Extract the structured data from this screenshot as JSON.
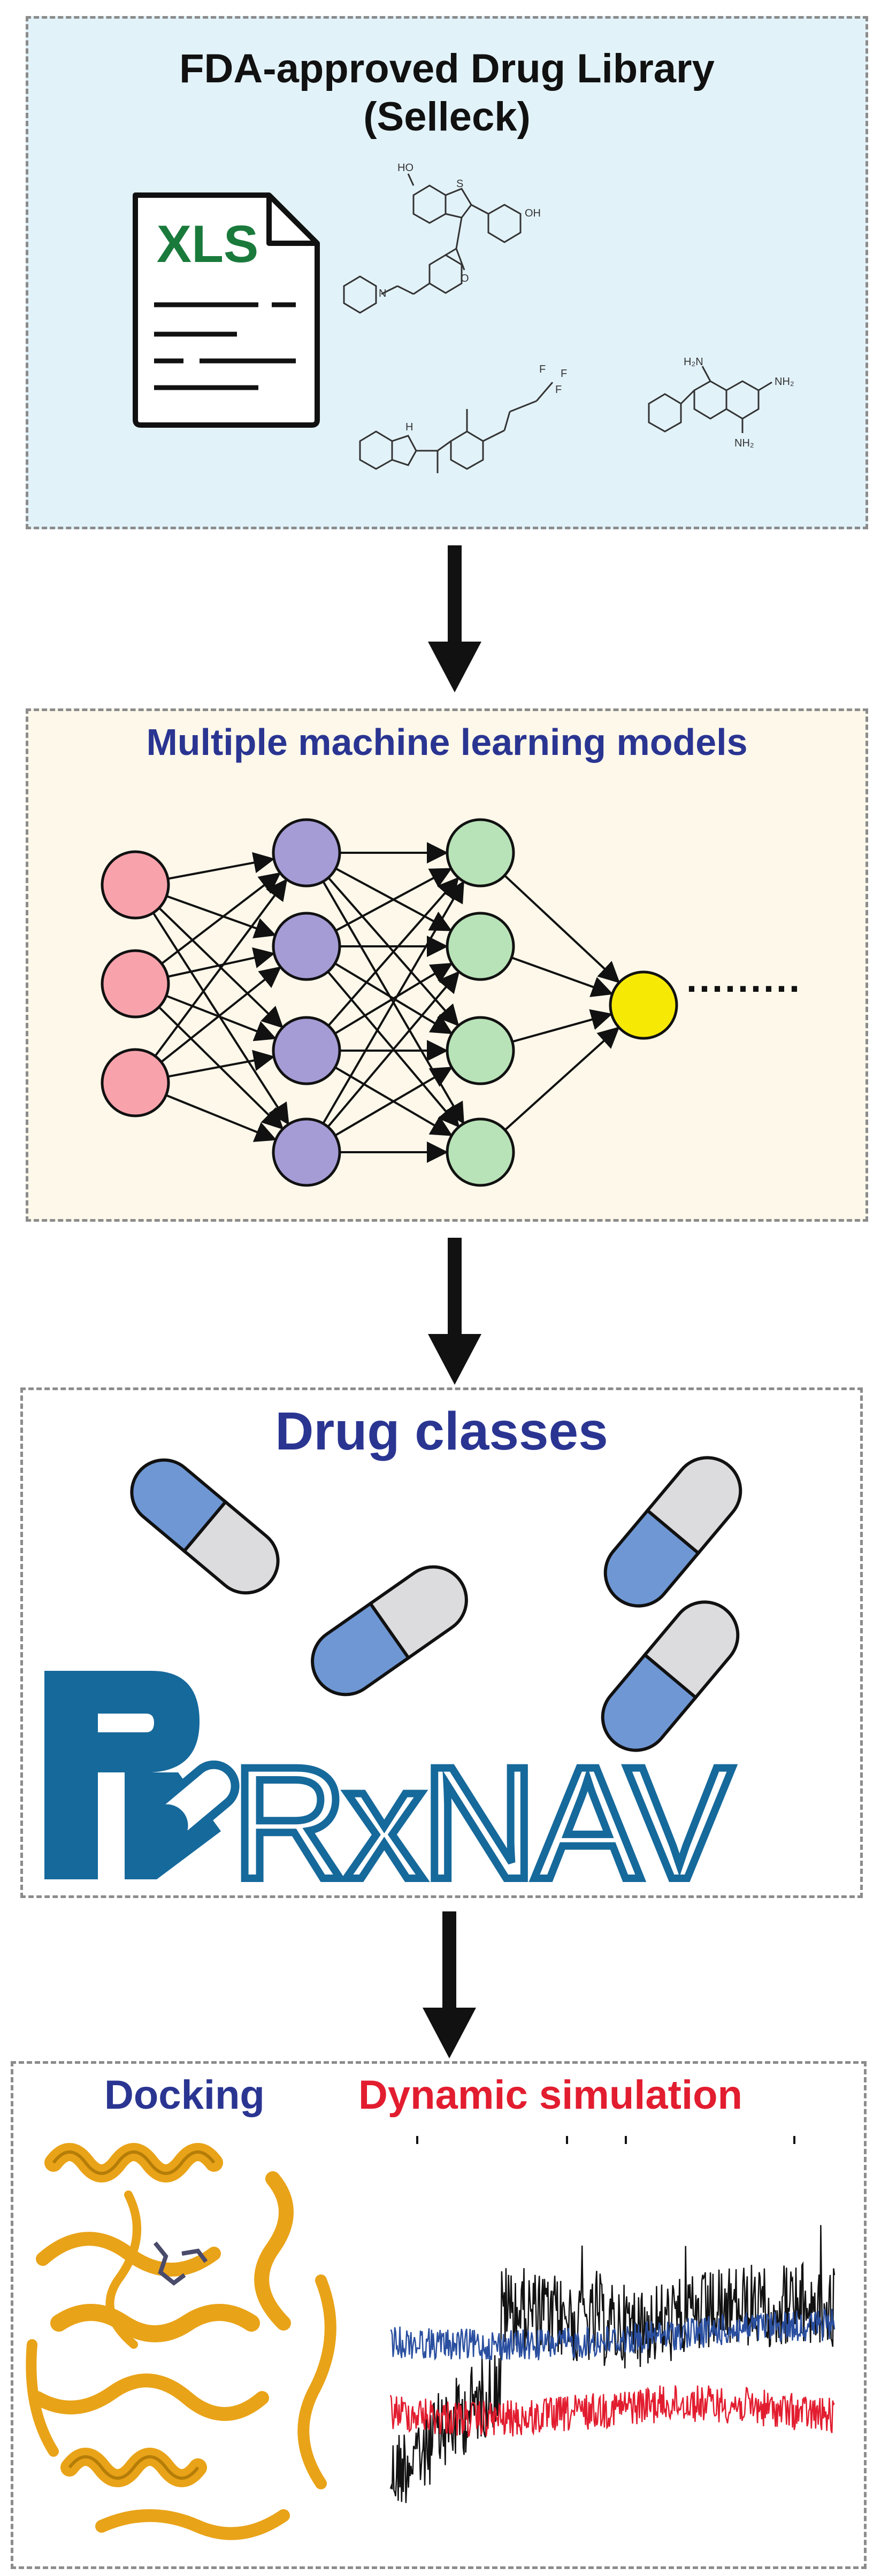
{
  "panels": {
    "library": {
      "title_line1": "FDA-approved Drug Library",
      "title_line2": "(Selleck)",
      "file_label": "XLS",
      "background": "#e2f2f9",
      "file_label_color": "#1a7a3c",
      "chem_labels": {
        "ho": "HO",
        "oh": "OH",
        "s": "S",
        "o": "O",
        "n": "N",
        "nh": "H",
        "f1": "F",
        "f2": "F",
        "f3": "F",
        "nh2_a": "H₂N",
        "nh2_b": "NH₂",
        "nh2_c": "NH₂"
      }
    },
    "ml": {
      "title": "Multiple machine learning models",
      "title_color": "#2a3592",
      "background": "#fdf8ea",
      "ellipsis": ".........",
      "layer_colors": [
        "#f8a3ac",
        "#a59cd6",
        "#b8e3b8",
        "#f6ea05"
      ]
    },
    "classes": {
      "title": "Drug classes",
      "title_color": "#2a3592",
      "logo_text": "RxNAV",
      "logo_color": "#16699b",
      "pill_blue": "#6f97d4",
      "pill_gray": "#dcdcde"
    },
    "sim": {
      "docking_label": "Docking",
      "docking_color": "#2a3592",
      "dynamic_label": "Dynamic simulation",
      "dynamic_color": "#e21d2f",
      "protein_color": "#e9a318"
    }
  }
}
